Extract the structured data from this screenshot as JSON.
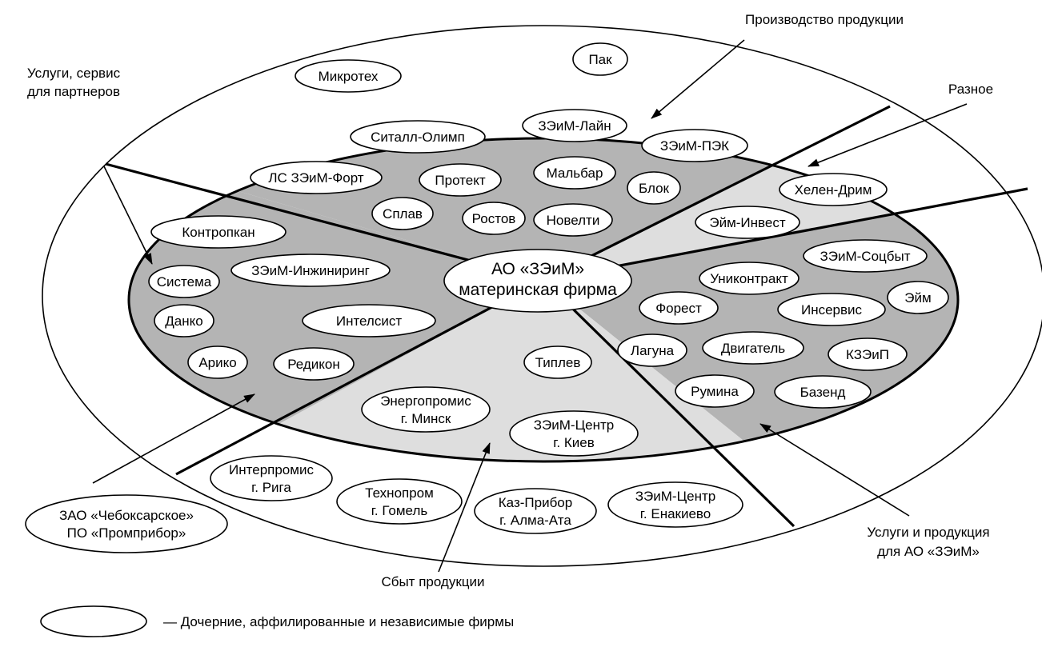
{
  "colors": {
    "sector_dark": "#b4b4b4",
    "sector_light": "#dedede",
    "background": "#ffffff",
    "stroke": "#000000"
  },
  "center": {
    "line1": "АО «ЗЭиМ»",
    "line2": "материнская фирма"
  },
  "firms": [
    {
      "id": "pak",
      "lines": [
        "Пак"
      ]
    },
    {
      "id": "mikroteh",
      "lines": [
        "Микротех"
      ]
    },
    {
      "id": "sitall",
      "lines": [
        "Ситалл-Олимп"
      ]
    },
    {
      "id": "zeim-layn",
      "lines": [
        "ЗЭиМ-Лайн"
      ]
    },
    {
      "id": "zeim-pek",
      "lines": [
        "ЗЭиМ-ПЭК"
      ]
    },
    {
      "id": "ls-zeim-fort",
      "lines": [
        "ЛС ЗЭиМ-Форт"
      ]
    },
    {
      "id": "protekt",
      "lines": [
        "Протект"
      ]
    },
    {
      "id": "malbar",
      "lines": [
        "Мальбар"
      ]
    },
    {
      "id": "blok",
      "lines": [
        "Блок"
      ]
    },
    {
      "id": "splav",
      "lines": [
        "Сплав"
      ]
    },
    {
      "id": "rostov",
      "lines": [
        "Ростов"
      ]
    },
    {
      "id": "novelti",
      "lines": [
        "Новелти"
      ]
    },
    {
      "id": "helen-drim",
      "lines": [
        "Хелен-Дрим"
      ]
    },
    {
      "id": "eym-invest",
      "lines": [
        "Эйм-Инвест"
      ]
    },
    {
      "id": "kontropkan",
      "lines": [
        "Контропкан"
      ]
    },
    {
      "id": "sistema",
      "lines": [
        "Система"
      ]
    },
    {
      "id": "zeim-inzhiniring",
      "lines": [
        "ЗЭиМ-Инжиниринг"
      ]
    },
    {
      "id": "danko",
      "lines": [
        "Данко"
      ]
    },
    {
      "id": "intelsist",
      "lines": [
        "Интелсист"
      ]
    },
    {
      "id": "ariko",
      "lines": [
        "Арико"
      ]
    },
    {
      "id": "redikon",
      "lines": [
        "Редикон"
      ]
    },
    {
      "id": "zeim-socbyt",
      "lines": [
        "ЗЭиМ-Соцбыт"
      ]
    },
    {
      "id": "unikontrakt",
      "lines": [
        "Униконтракт"
      ]
    },
    {
      "id": "forest",
      "lines": [
        "Форест"
      ]
    },
    {
      "id": "inservis",
      "lines": [
        "Инсервис"
      ]
    },
    {
      "id": "eym",
      "lines": [
        "Эйм"
      ]
    },
    {
      "id": "laguna",
      "lines": [
        "Лагуна"
      ]
    },
    {
      "id": "dvigatel",
      "lines": [
        "Двигатель"
      ]
    },
    {
      "id": "kzeip",
      "lines": [
        "КЗЭиП"
      ]
    },
    {
      "id": "rumina",
      "lines": [
        "Румина"
      ]
    },
    {
      "id": "bazend",
      "lines": [
        "Базенд"
      ]
    },
    {
      "id": "tiplev",
      "lines": [
        "Типлев"
      ]
    },
    {
      "id": "energopromis",
      "lines": [
        "Энергопромис",
        "г. Минск"
      ]
    },
    {
      "id": "zeim-centr-kiev",
      "lines": [
        "ЗЭиМ-Центр",
        "г. Киев"
      ]
    },
    {
      "id": "interpromis",
      "lines": [
        "Интерпромис",
        "г. Рига"
      ]
    },
    {
      "id": "tehnoprom",
      "lines": [
        "Технопром",
        "г. Гомель"
      ]
    },
    {
      "id": "kaz-pribor",
      "lines": [
        "Каз-Прибор",
        "г. Алма-Ата"
      ]
    },
    {
      "id": "zeim-centr-enakievo",
      "lines": [
        "ЗЭиМ-Центр",
        "г. Енакиево"
      ]
    },
    {
      "id": "cheboksarskoe",
      "lines": [
        "ЗАО «Чебоксарское»",
        "ПО «Промприбор»"
      ]
    }
  ],
  "callouts": {
    "production": "Производство продукции",
    "services_partners": [
      "Услуги, сервис",
      "для партнеров"
    ],
    "misc": "Разное",
    "services_products": [
      "Услуги  и  продукция",
      "для АО «ЗЭиМ»"
    ],
    "sales": "Сбыт продукции"
  },
  "legend": {
    "text": "— Дочерние, аффилированные и  независимые фирмы"
  }
}
